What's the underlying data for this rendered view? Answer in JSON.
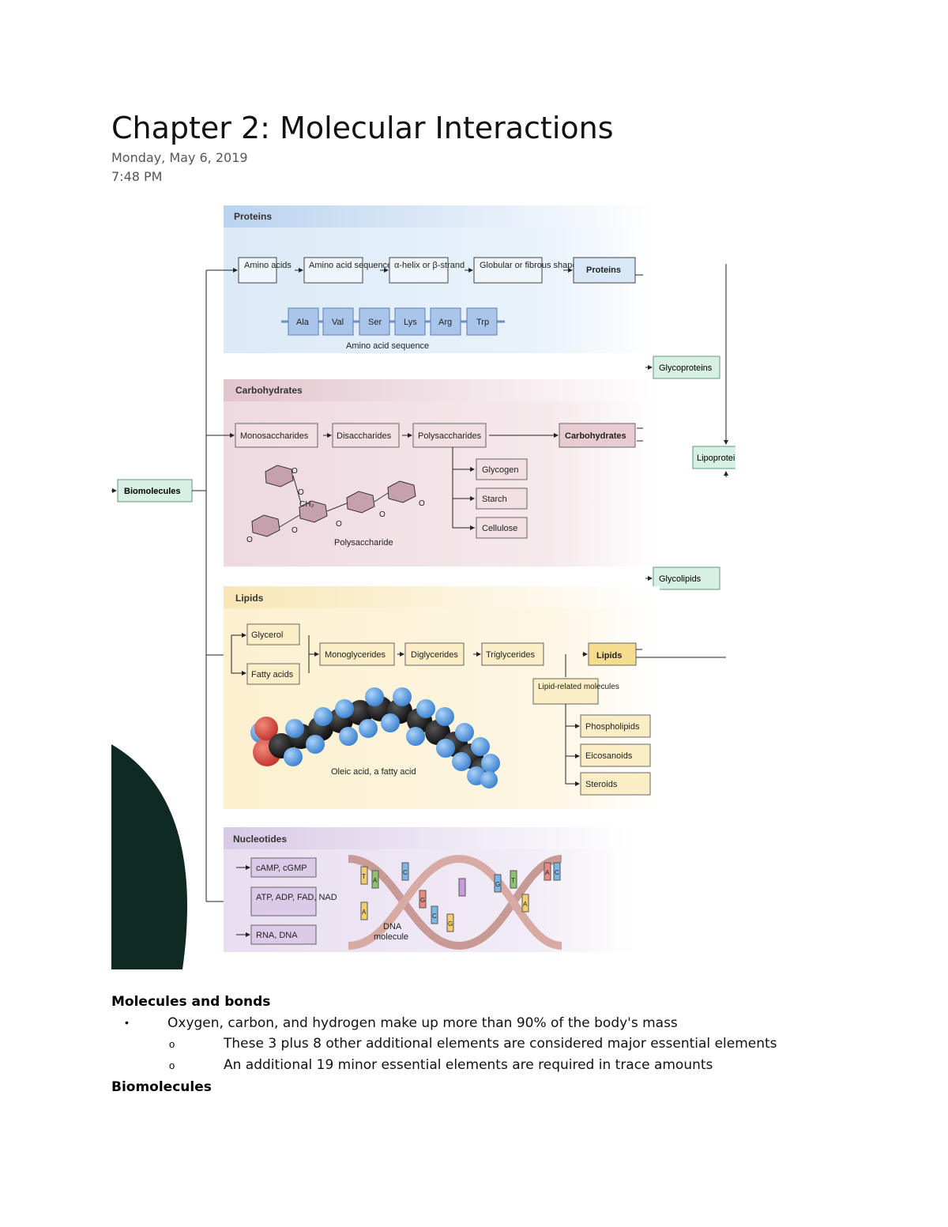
{
  "page": {
    "title": "Chapter 2: Molecular Interactions",
    "date": "Monday, May 6, 2019",
    "time": "7:48 PM"
  },
  "figure": {
    "proteins": {
      "header": "Proteins",
      "steps": [
        "Amino acids",
        "Amino acid sequence",
        "α-helix or β-strand",
        "Globular or fibrous shape",
        "Proteins"
      ],
      "chain": [
        "Ala",
        "Val",
        "Ser",
        "Lys",
        "Arg",
        "Trp"
      ],
      "chain_caption": "Amino acid sequence"
    },
    "glycoproteins": "Glycoproteins",
    "lipoproteins": "Lipoproteins",
    "glycolipids": "Glycolipids",
    "biomolecules": "Biomolecules",
    "carbohydrates": {
      "header": "Carbohydrates",
      "steps": [
        "Monosaccharides",
        "Disaccharides",
        "Polysaccharides",
        "Carbohydrates"
      ],
      "polys": [
        "Glycogen",
        "Starch",
        "Cellulose"
      ],
      "caption": "Polysaccharide",
      "ch2": "CH₂",
      "o": "O"
    },
    "lipids": {
      "header": "Lipids",
      "glycerol": "Glycerol",
      "fatty_acids": "Fatty acids",
      "steps": [
        "Monoglycerides",
        "Diglycerides",
        "Triglycerides",
        "Lipids"
      ],
      "related": "Lipid-related molecules",
      "related_items": [
        "Phospholipids",
        "Eicosanoids",
        "Steroids"
      ],
      "caption": "Oleic acid, a fatty acid"
    },
    "nucleotides": {
      "header": "Nucleotides",
      "items": [
        "cAMP, cGMP",
        "ATP, ADP, FAD, NAD",
        "RNA, DNA"
      ],
      "caption": "DNA molecule",
      "bases": [
        "T",
        "A",
        "G",
        "C"
      ]
    }
  },
  "notes": {
    "heading1": "Molecules and bonds",
    "bullet1": "Oxygen, carbon, and hydrogen make up more than 90% of the body's mass",
    "sub1": "These 3 plus 8 other additional elements are considered major essential elements",
    "sub2": "An additional 19 minor essential elements are required in trace amounts",
    "heading2": "Biomolecules",
    "bullet_marker": "•",
    "sub_marker": "o"
  }
}
